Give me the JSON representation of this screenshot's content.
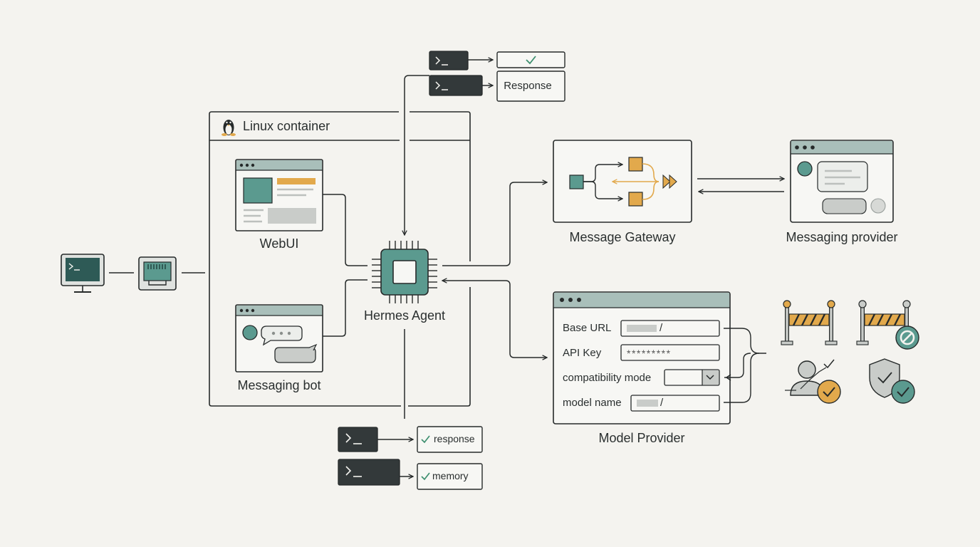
{
  "linux_container": {
    "label": "Linux container"
  },
  "webui": {
    "label": "WebUI"
  },
  "messaging_bot": {
    "label": "Messaging bot"
  },
  "agent": {
    "label": "Hermes Agent"
  },
  "top_outputs": {
    "response_label": "Response"
  },
  "bottom_outputs": {
    "response_label": "response",
    "memory_label": "memory"
  },
  "gateway": {
    "label": "Message Gateway"
  },
  "messaging_provider": {
    "label": "Messaging provider"
  },
  "model_provider": {
    "label": "Model Provider",
    "fields": {
      "base_url": {
        "label": "Base URL",
        "value": "/"
      },
      "api_key": {
        "label": "API Key",
        "value": "*********"
      },
      "compat_mode": {
        "label": "compatibility mode"
      },
      "model_name": {
        "label": "model name",
        "value": "/"
      }
    }
  },
  "colors": {
    "teal": "#5b9a8f",
    "dark_teal": "#2e5a56",
    "orange": "#e2a94c",
    "dark": "#33393a",
    "light_gray": "#c9ccc9",
    "header_gray": "#a9bfba"
  },
  "icons": [
    "terminal-icon",
    "ethernet-port-icon",
    "penguin-icon",
    "cpu-chip-icon",
    "checkmark-icon",
    "barrier-icon",
    "no-entry-icon",
    "user-approved-icon",
    "shield-check-icon",
    "chevron-down-icon"
  ]
}
